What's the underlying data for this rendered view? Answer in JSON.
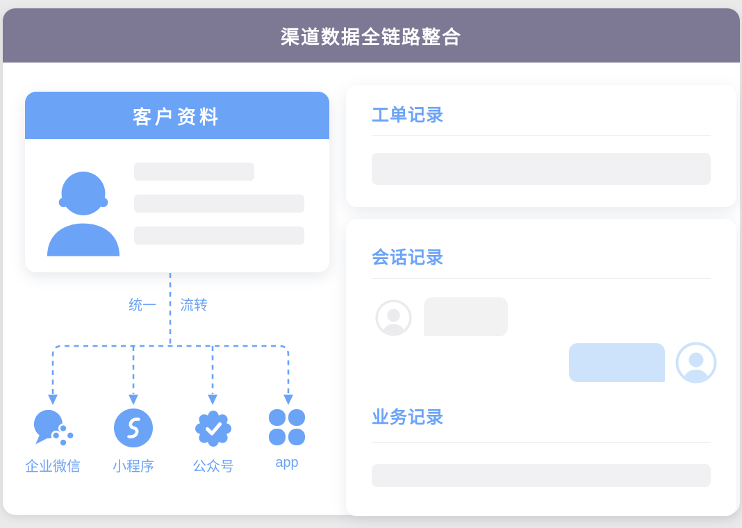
{
  "header": {
    "title": "渠道数据全链路整合"
  },
  "customer_card": {
    "title": "客户资料"
  },
  "connector": {
    "left_label": "统一",
    "right_label": "流转"
  },
  "channels": [
    {
      "id": "wecom",
      "label": "企业微信",
      "icon": "wecom-chat-icon"
    },
    {
      "id": "miniprogram",
      "label": "小程序",
      "icon": "miniprogram-icon"
    },
    {
      "id": "official-account",
      "label": "公众号",
      "icon": "official-account-badge-icon"
    },
    {
      "id": "app",
      "label": "app",
      "icon": "app-grid-icon"
    }
  ],
  "right_sections": {
    "ticket": {
      "title": "工单记录"
    },
    "session": {
      "title": "会话记录"
    },
    "business": {
      "title": "业务记录"
    }
  },
  "colors": {
    "primary_blue": "#6ba3f7",
    "header_bar": "#7d7994",
    "pale_blue": "#cde3fb",
    "placeholder_gray": "#f1f1f3"
  }
}
